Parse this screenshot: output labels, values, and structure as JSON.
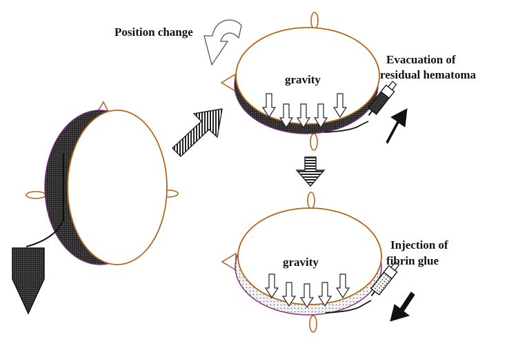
{
  "labels": {
    "position_change": "Position change",
    "evacuation_line1": "Evacuation of",
    "evacuation_line2": "residual hematoma",
    "injection_line1": "Injection of",
    "injection_line2": "fibrin glue",
    "gravity_top": "gravity",
    "gravity_bottom": "gravity"
  },
  "colors": {
    "head_outline": "#b5651d",
    "hematoma_fill": "#2a2a2a",
    "outline_purple": "#7a2a7a",
    "fibrin_fill": "#e8e8e8",
    "arrow_dark": "#111111"
  },
  "icons": {
    "position_change_arrow": "curved-arrow-icon",
    "transition_arrows": "hatched-arrow-icon",
    "gravity_arrows": "down-arrow-icon",
    "drain": "drain-bag-icon",
    "syringe": "syringe-icon"
  }
}
